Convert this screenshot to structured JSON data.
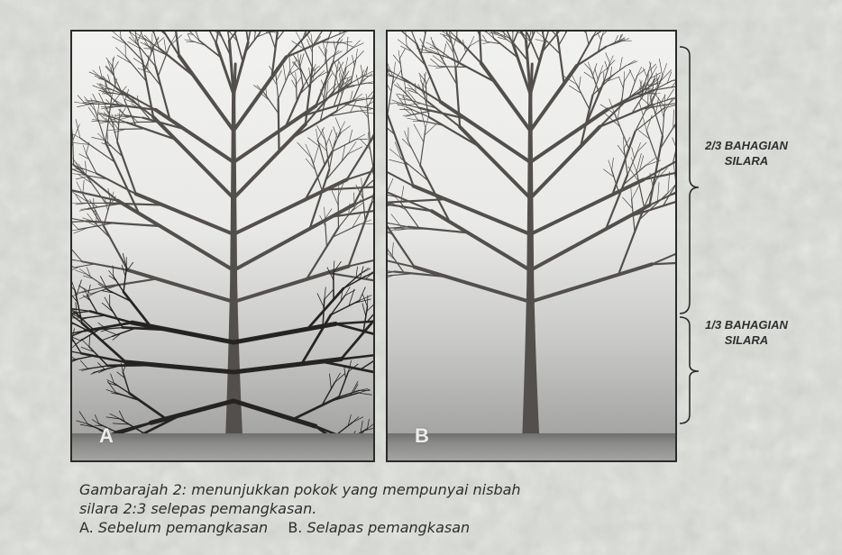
{
  "panels": [
    {
      "letter": "A",
      "pruned": false
    },
    {
      "letter": "B",
      "pruned": true
    }
  ],
  "canopy_labels": {
    "upper": [
      "2/3 BAHAGIAN",
      "SILARA"
    ],
    "lower": [
      "1/3 BAHAGIAN",
      "SILARA"
    ],
    "upper_fraction": 0.667,
    "lower_fraction": 0.333
  },
  "caption": {
    "line1": "Gambarajah 2: menunjukkan pokok yang mempunyai nisbah",
    "line2": "silara 2:3 selepas pemangkasan.",
    "items": [
      {
        "letter": "A.",
        "text": "Sebelum pemangkasan"
      },
      {
        "letter": "B.",
        "text": "Selapas pemangkasan"
      }
    ]
  },
  "colors": {
    "branch": "#524f4c",
    "branch_dark": "#262422",
    "frame": "#2b2b2b"
  }
}
